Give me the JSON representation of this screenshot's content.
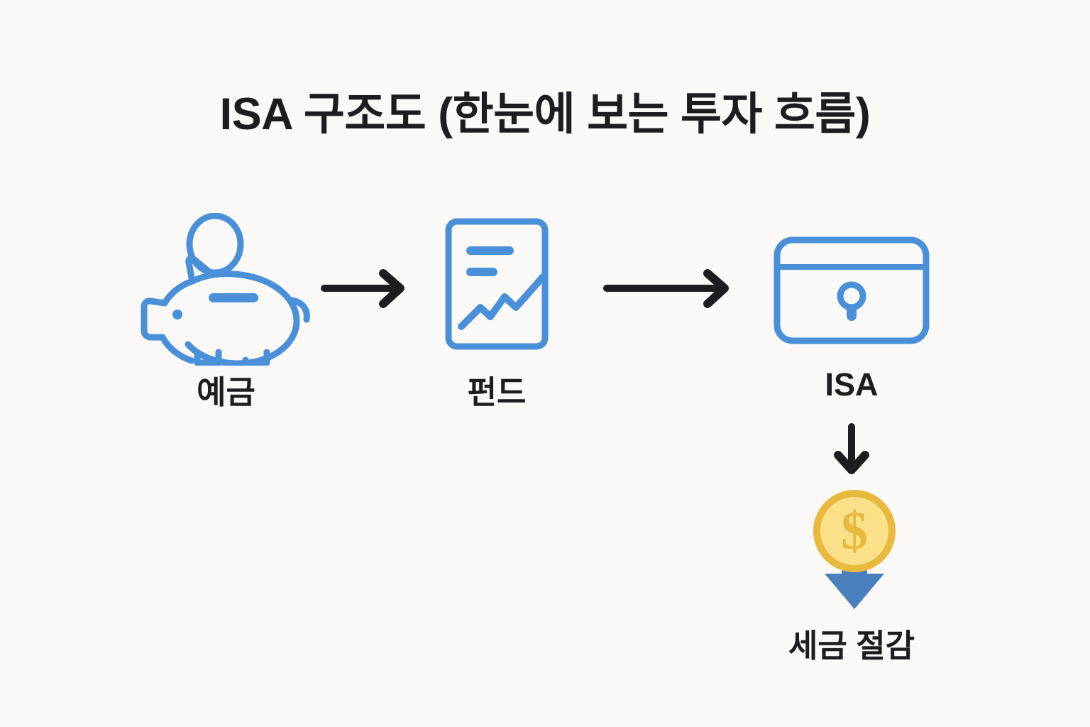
{
  "page": {
    "title": "ISA 구조도 (한눈에 보는 투자 흐름)",
    "background_color": "#faf9f7",
    "accent_blue": "#4a90d9",
    "arrow_black": "#1d1d1f",
    "coin_fill": "#fbe08a",
    "coin_border": "#e8b93c",
    "down_arrow_blue": "#4a7fbd"
  },
  "flow": {
    "nodes": [
      {
        "id": "deposit",
        "label": "예금",
        "icon": "piggy-bank-icon"
      },
      {
        "id": "fund",
        "label": "펀드",
        "icon": "chart-document-icon"
      },
      {
        "id": "isa",
        "label": "ISA",
        "icon": "safe-card-lock-icon"
      }
    ],
    "connectors": [
      {
        "id": "arrow-1",
        "direction": "right",
        "from": "deposit",
        "to": "fund",
        "color": "#1d1d1f"
      },
      {
        "id": "arrow-2",
        "direction": "right",
        "from": "fund",
        "to": "isa",
        "color": "#1d1d1f"
      },
      {
        "id": "arrow-isa-down",
        "direction": "down",
        "from": "isa",
        "to": "coin",
        "color": "#1d1d1f"
      },
      {
        "id": "coin-arrow",
        "direction": "down",
        "from": "coin",
        "to": "tax-saving",
        "color": "#4a7fbd"
      }
    ],
    "outcome": {
      "id": "tax-saving",
      "label": "세금 절감",
      "icon": "dollar-coin-icon",
      "coin_symbol": "$"
    }
  }
}
